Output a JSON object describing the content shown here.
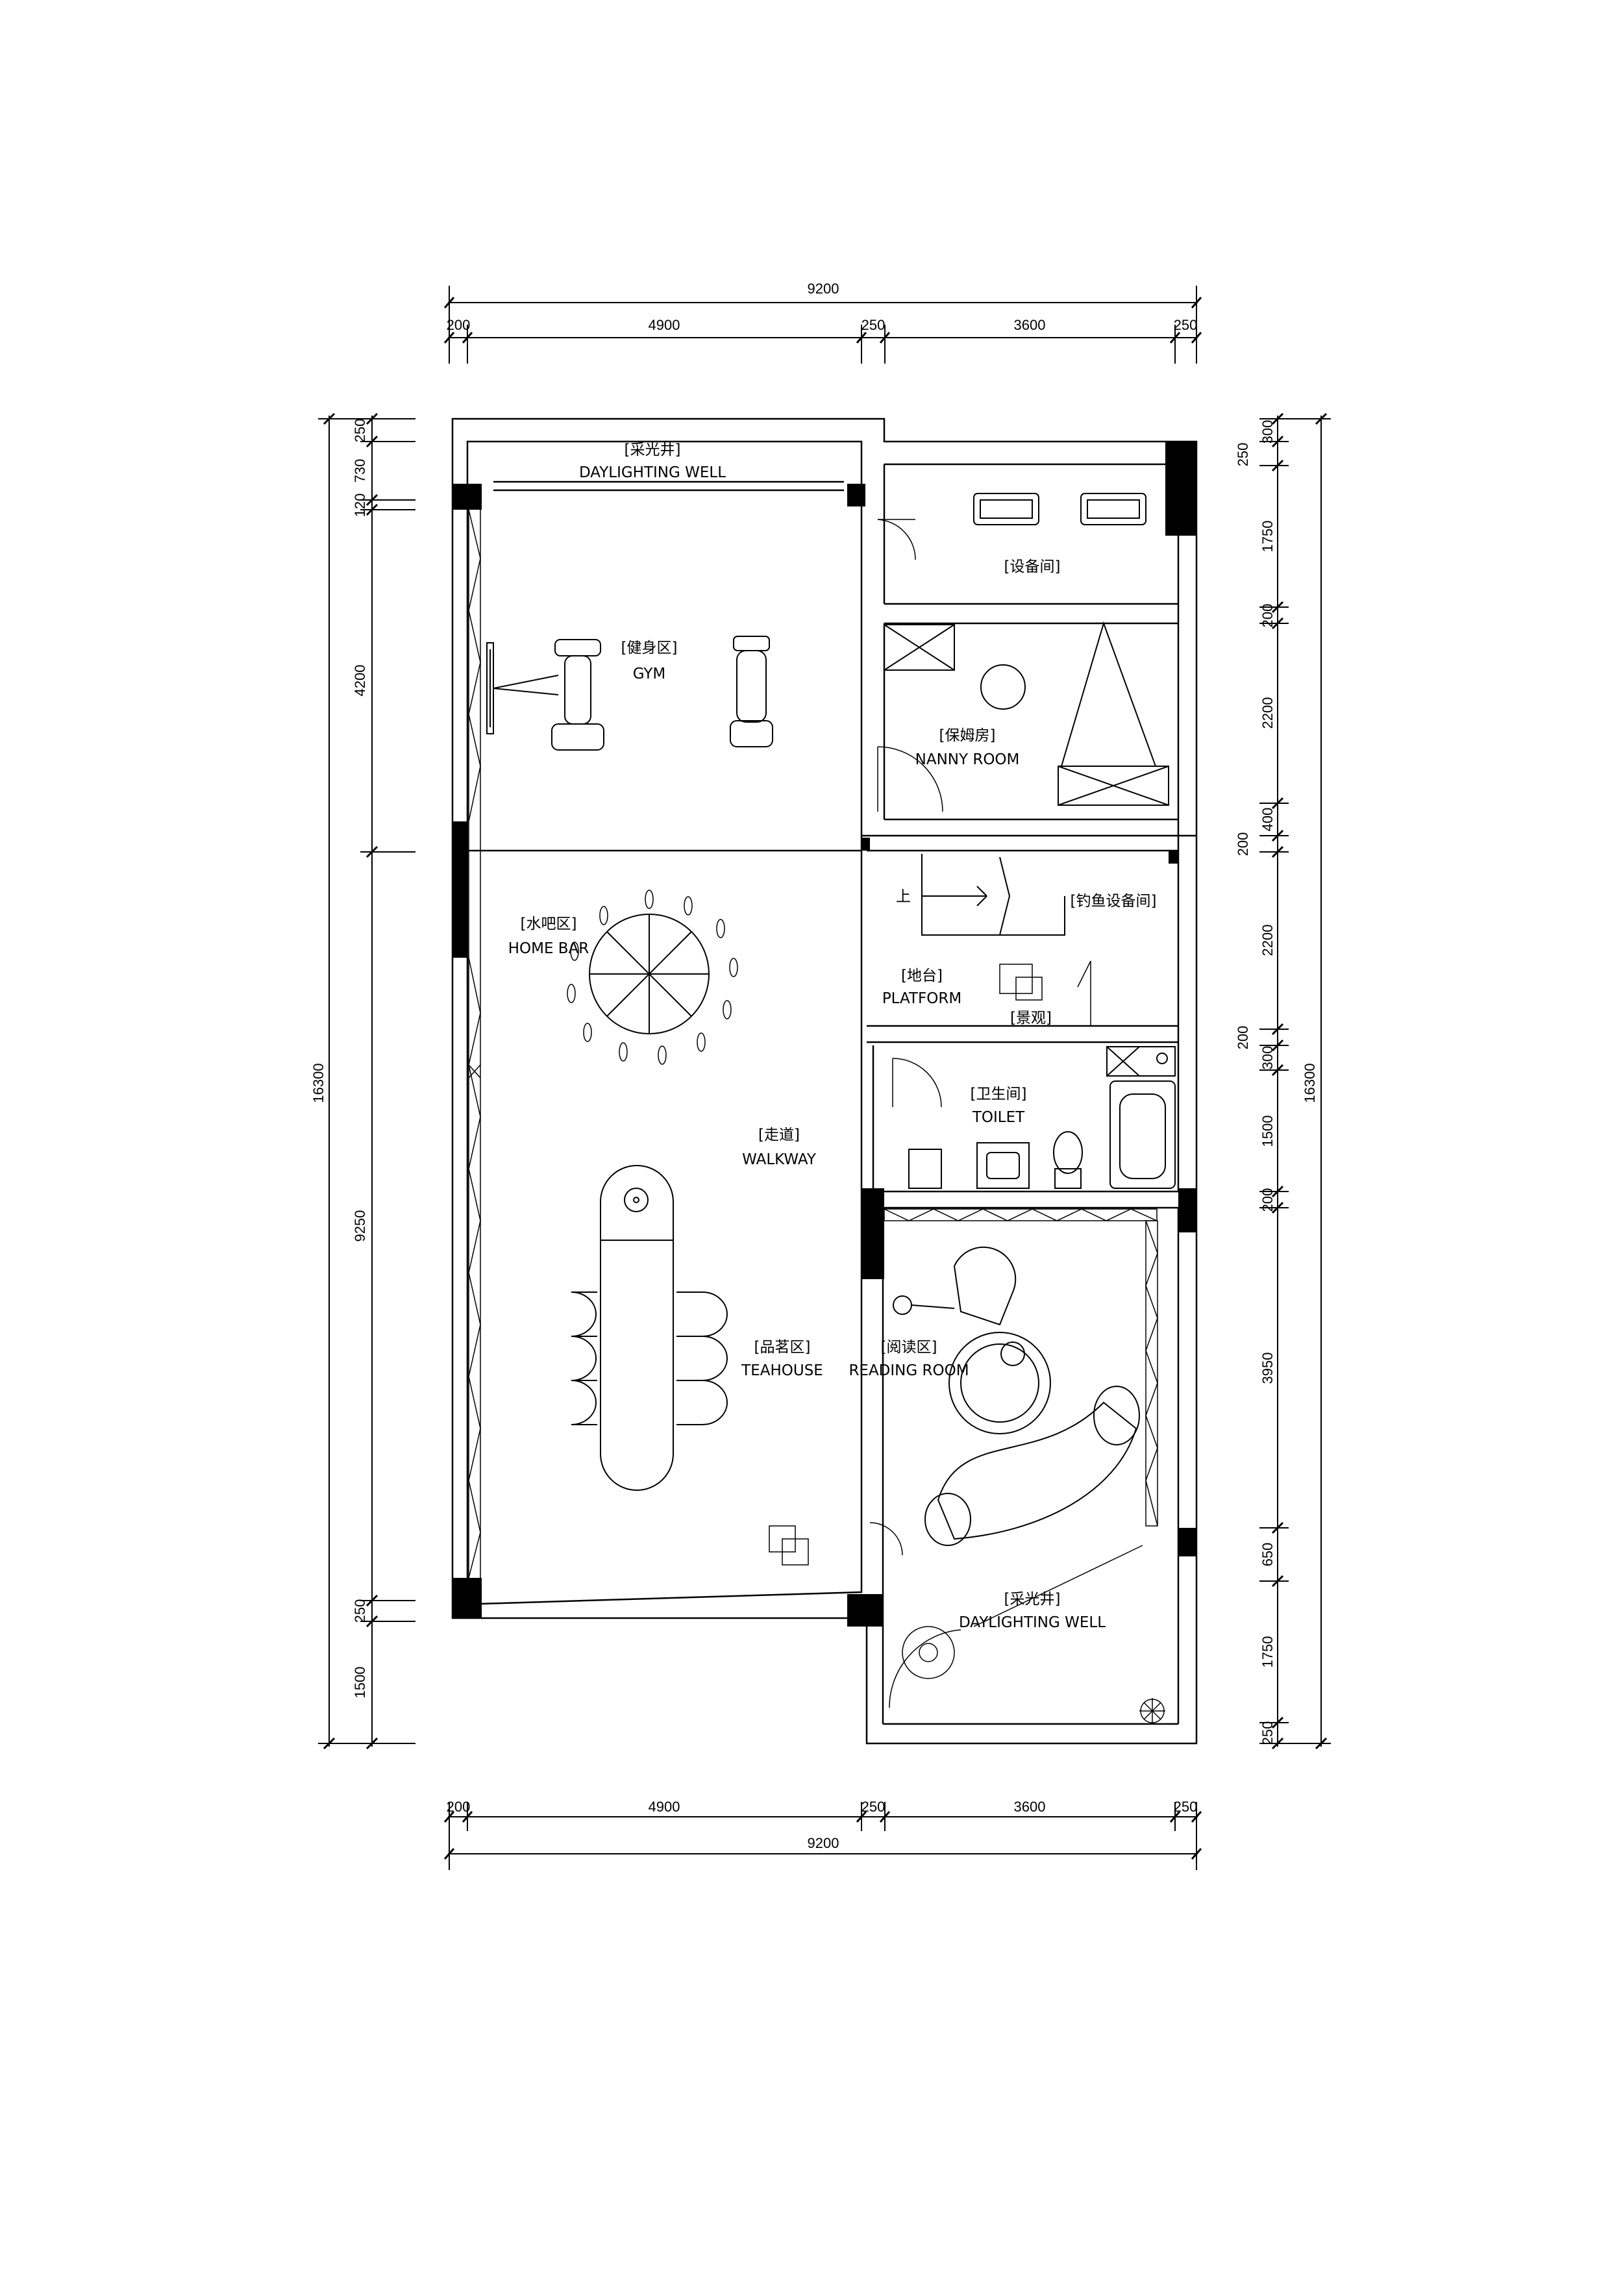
{
  "dimensions": {
    "top_total": "9200",
    "top_segments": [
      "200",
      "4900",
      "250",
      "3600",
      "250"
    ],
    "bottom_total": "9200",
    "bottom_segments": [
      "200",
      "4900",
      "250",
      "3600",
      "250"
    ],
    "left_total": "16300",
    "left_segments": [
      "250",
      "730",
      "120",
      "4200",
      "9250",
      "250",
      "1500"
    ],
    "right_total": "16300",
    "right_segments": [
      "300",
      "250",
      "1750",
      "200",
      "2200",
      "400",
      "200",
      "2200",
      "200",
      "300",
      "1500",
      "200",
      "3950",
      "650",
      "1750",
      "250"
    ]
  },
  "rooms": {
    "daylighting_top_cn": "[采光井]",
    "daylighting_top_en": "DAYLIGHTING WELL",
    "equipment_cn": "[设备间]",
    "gym_cn": "[健身区]",
    "gym_en": "GYM",
    "nanny_cn": "[保姆房]",
    "nanny_en": "NANNY ROOM",
    "fishing_cn": "[钓鱼设备间]",
    "homebar_cn": "[水吧区]",
    "homebar_en": "HOME BAR",
    "platform_cn": "[地台]",
    "platform_en": "PLATFORM",
    "landscape_cn": "[景观]",
    "stair_up": "上",
    "toilet_cn": "[卫生间]",
    "toilet_en": "TOILET",
    "walkway_cn": "[走道]",
    "walkway_en": "WALKWAY",
    "teahouse_cn": "[品茗区]",
    "teahouse_en": "TEAHOUSE",
    "reading_cn": "[阅读区]",
    "reading_en": "READING ROOM",
    "daylighting_bottom_cn": "[采光井]",
    "daylighting_bottom_en": "DAYLIGHTING WELL"
  }
}
